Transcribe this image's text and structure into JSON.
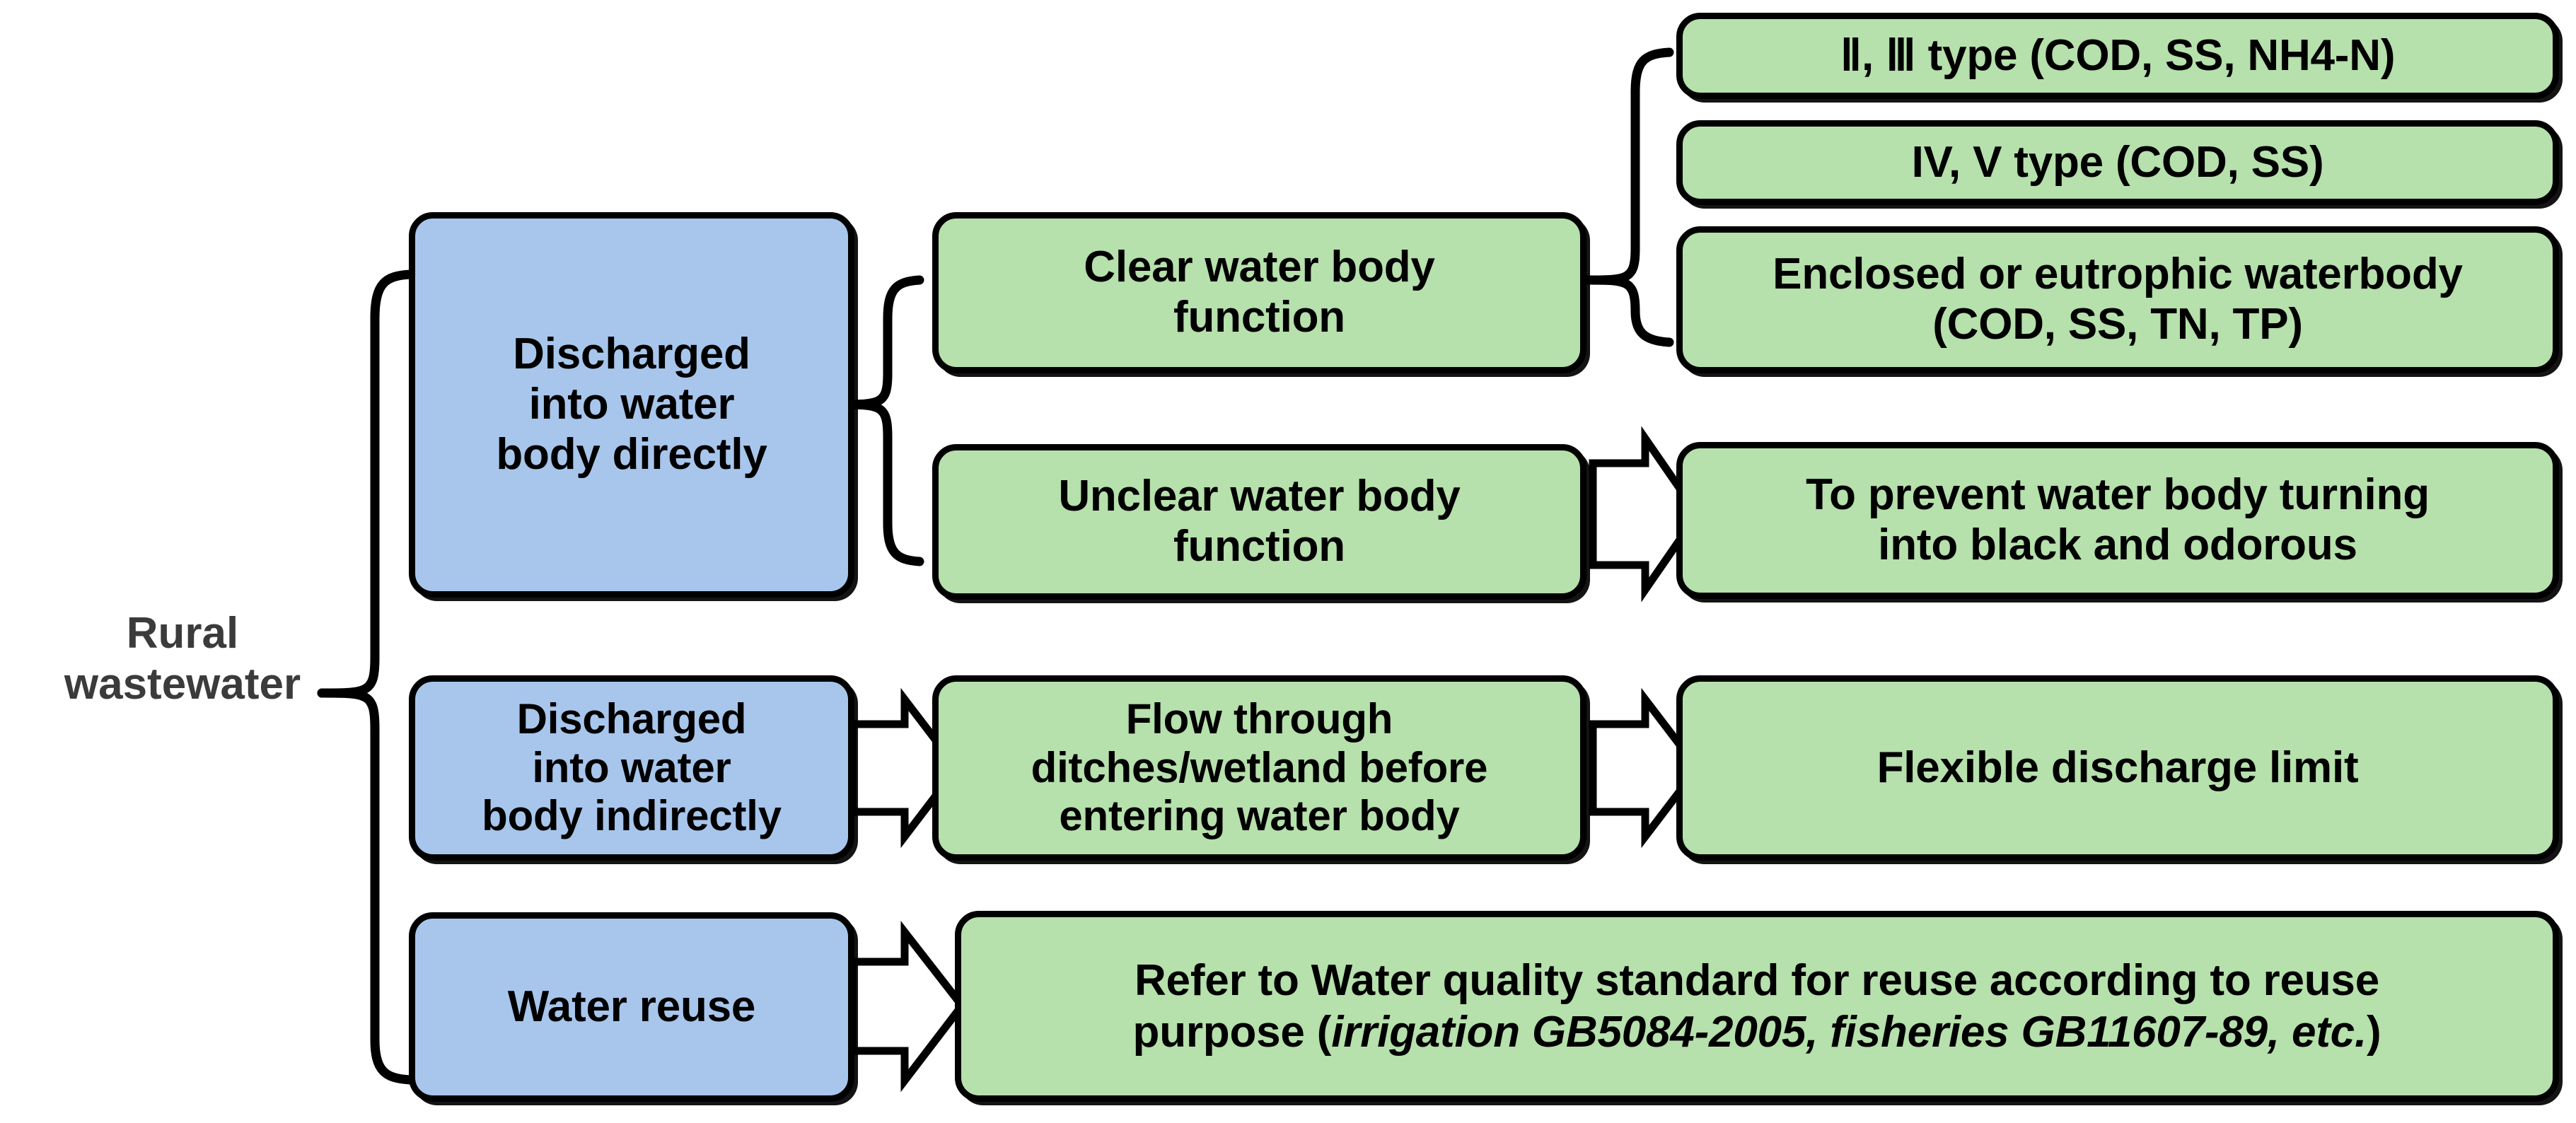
{
  "diagram": {
    "title": "Rural wastewater discharge classification flowchart",
    "colors": {
      "blue_fill": "#a8c6ec",
      "green_fill": "#b6e0ac",
      "outline": "#000000",
      "root_label_color": "#3b3b3b",
      "background": "#ffffff",
      "arrow_fill": "#ffffff"
    },
    "root": {
      "label": "Rural\nwastewater"
    },
    "level1": [
      {
        "id": "direct",
        "label": "Discharged\ninto water\nbody directly",
        "fill": "blue"
      },
      {
        "id": "indirect",
        "label": "Discharged\ninto water\nbody indirectly",
        "fill": "blue"
      },
      {
        "id": "reuse",
        "label": "Water reuse",
        "fill": "blue"
      }
    ],
    "level2": [
      {
        "id": "clear",
        "label": "Clear water body\nfunction",
        "fill": "green"
      },
      {
        "id": "unclear",
        "label": "Unclear water body\nfunction",
        "fill": "green"
      },
      {
        "id": "ditches",
        "label": "Flow through\nditches/wetland before\nentering water body",
        "fill": "green"
      }
    ],
    "level3": [
      {
        "id": "type23",
        "label": "Ⅱ, Ⅲ type (COD, SS, NH4-N)",
        "fill": "green"
      },
      {
        "id": "type45",
        "label": "IV, V type (COD, SS)",
        "fill": "green"
      },
      {
        "id": "eutrophic",
        "label": "Enclosed or eutrophic waterbody\n(COD, SS, TN, TP)",
        "fill": "green"
      },
      {
        "id": "prevent",
        "label": "To prevent water body turning\ninto black and odorous",
        "fill": "green"
      },
      {
        "id": "flexible",
        "label": "Flexible discharge limit",
        "fill": "green"
      }
    ],
    "reuse_target": {
      "id": "reuse-standard",
      "fill": "green",
      "line1_plain": "Refer to Water quality standard for reuse according to reuse",
      "line2_prefix": "purpose (",
      "line2_italic": "irrigation GB5084-2005, fisheries GB11607-89,  etc.",
      "line2_suffix": ")"
    },
    "connectors": {
      "brace_root_label": "curly-brace",
      "brace_clear_label": "curly-brace",
      "block_arrow_label": "block-arrow-right",
      "block_arrow_count": 4
    }
  }
}
